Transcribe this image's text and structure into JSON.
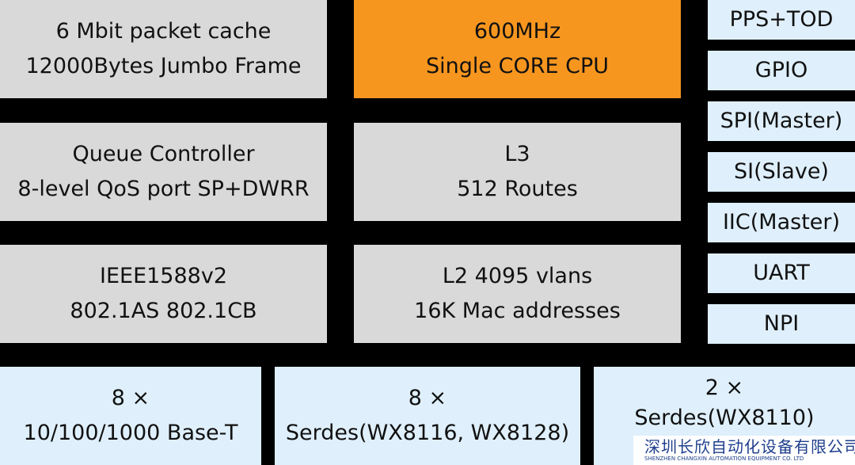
{
  "blocks": [
    {
      "l1": "6 Mbit packet cache",
      "l2": "12000Bytes Jumbo Frame"
    },
    {
      "l1": "600MHz",
      "l2": "Single CORE CPU"
    },
    {
      "l1": "Queue Controller",
      "l2": "8-level QoS port SP+DWRR"
    },
    {
      "l1": "L3",
      "l2": "512 Routes"
    },
    {
      "l1": "IEEE1588v2",
      "l2": "802.1AS 802.1CB"
    },
    {
      "l1": "L2 4095 vlans",
      "l2": "16K Mac addresses"
    }
  ],
  "interfaces": [
    "PPS+TOD",
    "GPIO",
    "SPI(Master)",
    "SI(Slave)",
    "IIC(Master)",
    "UART",
    "NPI"
  ],
  "ports": [
    {
      "l1": "8 ×",
      "l2": "10/100/1000 Base-T"
    },
    {
      "l1": "8 ×",
      "l2": "Serdes(WX8116, WX8128)"
    },
    {
      "l1": "2 ×",
      "l2": "Serdes(WX8110)"
    }
  ],
  "watermark": {
    "cn": "深圳长欣自动化设备有限公司",
    "en": "SHENZHEN CHANGXIN AUTOMATION EQUIPMENT CO. LTD"
  }
}
